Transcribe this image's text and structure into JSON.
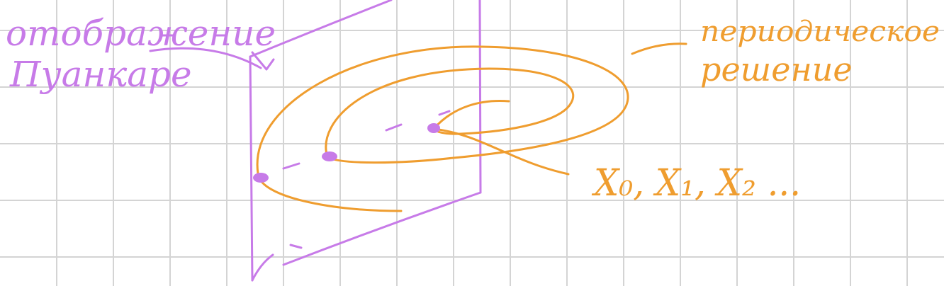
{
  "colors": {
    "background": "#ffffff",
    "grid": "#d4d4d4",
    "violet": "#c77be8",
    "orange": "#ef9d2f"
  },
  "labels": {
    "poincare_line1": "отображение",
    "poincare_line2": "Пуанкаре",
    "periodic_line1": "периодическое",
    "periodic_line2": "решение",
    "iterates": "X₀, X₁, X₂ ..."
  }
}
